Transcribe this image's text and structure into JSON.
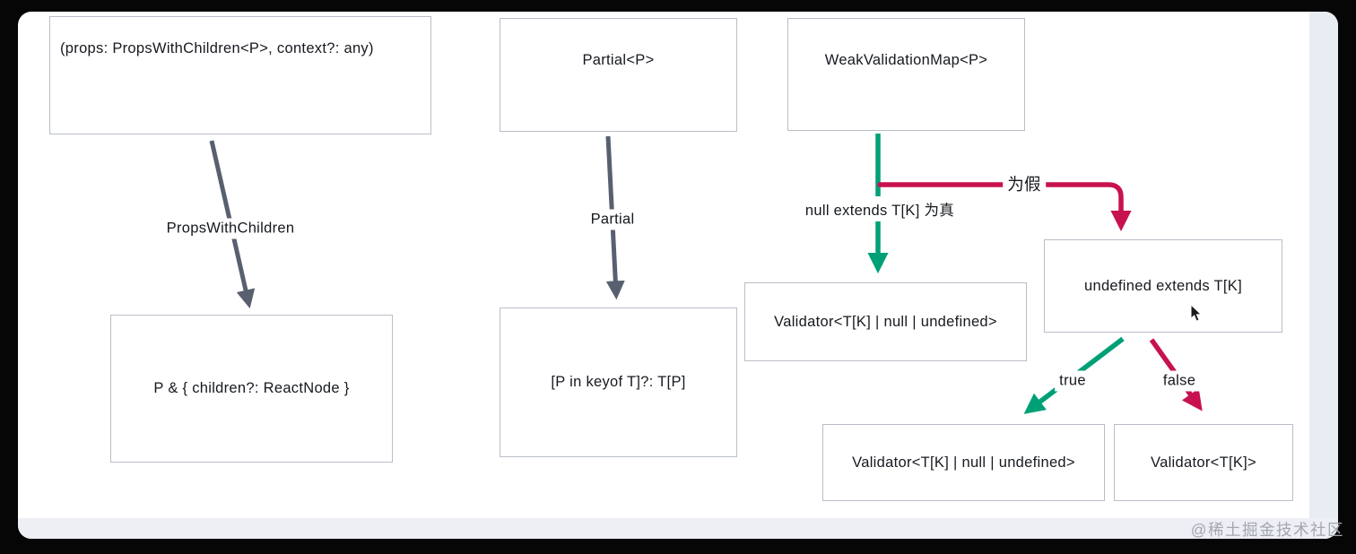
{
  "watermark": "@稀土掘金技术社区",
  "colors": {
    "arrow_gray": "#586070",
    "arrow_green": "#00a077",
    "arrow_red": "#c81150",
    "box_border": "#b9bec7",
    "text": "#16191f",
    "frame_bg": "#ffffff",
    "outer_bg": "#060606"
  },
  "icons": {
    "cursor": "mouse-cursor-arrow"
  },
  "diagram": {
    "left": {
      "top_box": "(props: PropsWithChildren<P>, context?: any)",
      "edge_label": "PropsWithChildren",
      "bottom_box": "P & { children?: ReactNode }"
    },
    "middle": {
      "top_box": "Partial<P>",
      "edge_label": "Partial",
      "bottom_box": "[P in keyof T]?: T[P]"
    },
    "right": {
      "top_box": "WeakValidationMap<P>",
      "null_true_edge_label": "null extends T[K] 为真",
      "null_false_edge_label": "为假",
      "null_true_box": "Validator<T[K] | null | undefined>",
      "decision_box": "undefined extends T[K]",
      "decision_true_label": "true",
      "decision_false_label": "false",
      "decision_true_box": "Validator<T[K] | null | undefined>",
      "decision_false_box": "Validator<T[K]>"
    }
  }
}
